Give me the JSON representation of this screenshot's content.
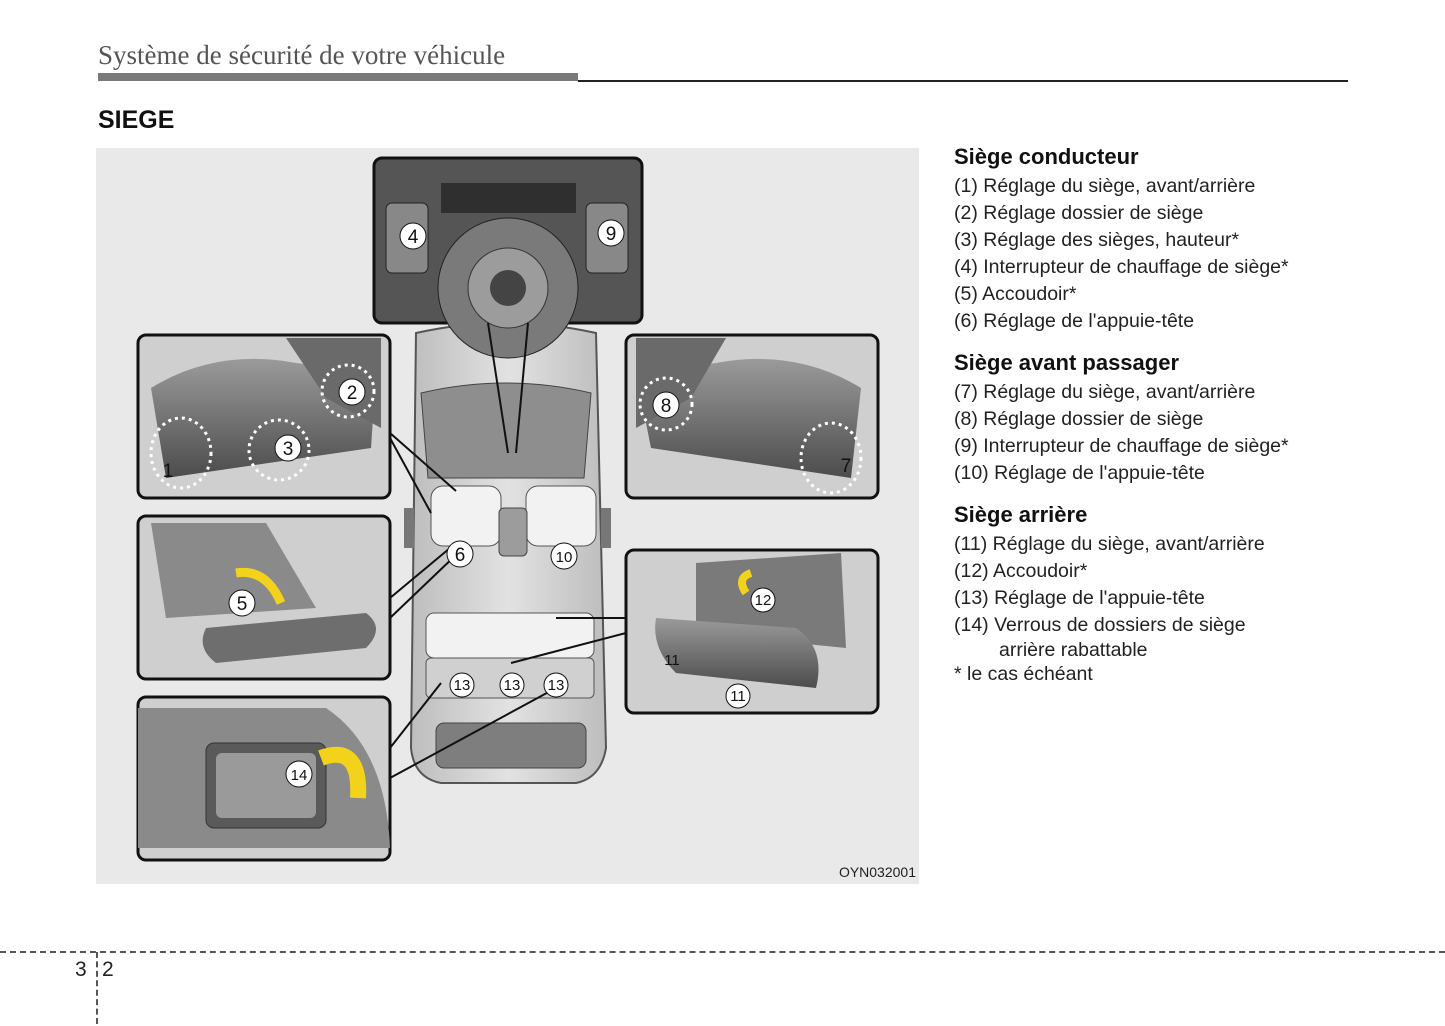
{
  "header": {
    "title": "Système de sécurité de votre véhicule"
  },
  "section": {
    "title": "SIEGE"
  },
  "figure": {
    "code": "OYN032001",
    "callouts": [
      "1",
      "2",
      "3",
      "4",
      "5",
      "6",
      "7",
      "8",
      "9",
      "10",
      "11",
      "12",
      "13",
      "14"
    ]
  },
  "legend": {
    "groups": [
      {
        "heading": "Siège conducteur",
        "items": [
          "(1) Réglage du siège, avant/arrière",
          "(2) Réglage dossier de siège",
          "(3) Réglage des sièges, hauteur*",
          "(4) Interrupteur de chauffage de siège*",
          "(5) Accoudoir*",
          "(6) Réglage de l'appuie-tête"
        ]
      },
      {
        "heading": "Siège avant passager",
        "items": [
          "(7) Réglage du siège, avant/arrière",
          "(8) Réglage dossier de siège",
          "(9) Interrupteur de chauffage de siège*",
          "(10) Réglage de l'appuie-tête"
        ]
      },
      {
        "heading": "Siège arrière",
        "items": [
          "(11) Réglage du siège, avant/arrière",
          "(12) Accoudoir*",
          "(13) Réglage de l'appuie-tête"
        ],
        "multiline_item": {
          "first": "(14) Verrous de dossiers de siège",
          "second": "arrière rabattable"
        }
      }
    ],
    "note": "* le cas échéant"
  },
  "footer": {
    "chapter": "3",
    "page": "2"
  },
  "colors": {
    "arrow": "#f2d21b",
    "figure_bg": "#e9e9e9",
    "header_bar": "#7a7a7a"
  }
}
